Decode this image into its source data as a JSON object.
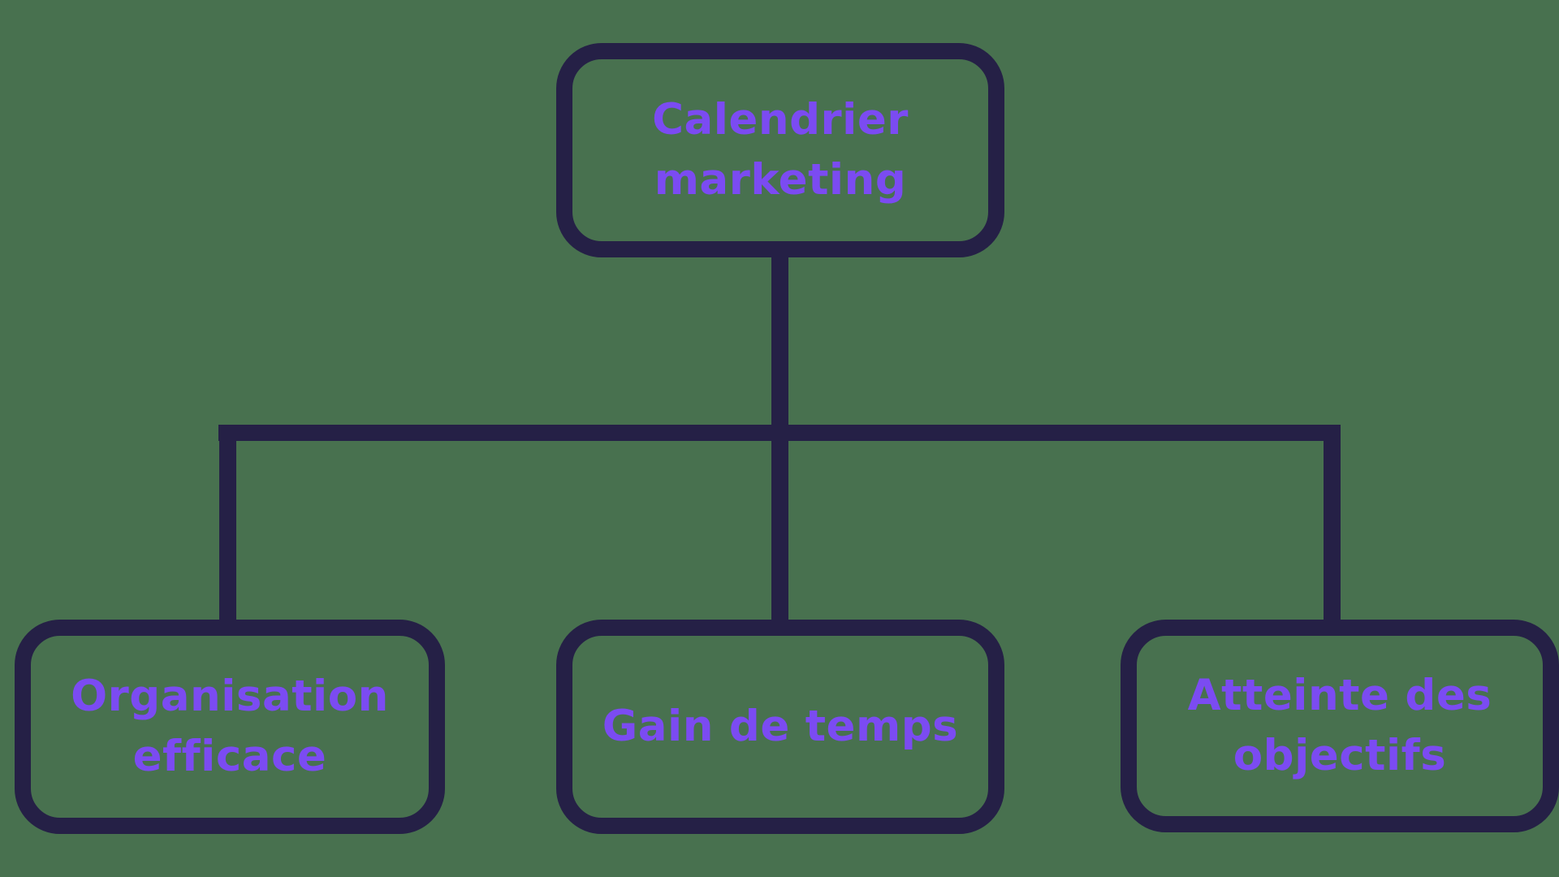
{
  "diagram": {
    "type": "org-chart",
    "colors": {
      "background": "#48714F",
      "stroke": "#252046",
      "text": "#7B4BF2"
    },
    "root": {
      "label": "Calendrier marketing"
    },
    "children": [
      {
        "label": "Organisation efficace"
      },
      {
        "label": "Gain de temps"
      },
      {
        "label": "Atteinte des objectifs"
      }
    ]
  }
}
